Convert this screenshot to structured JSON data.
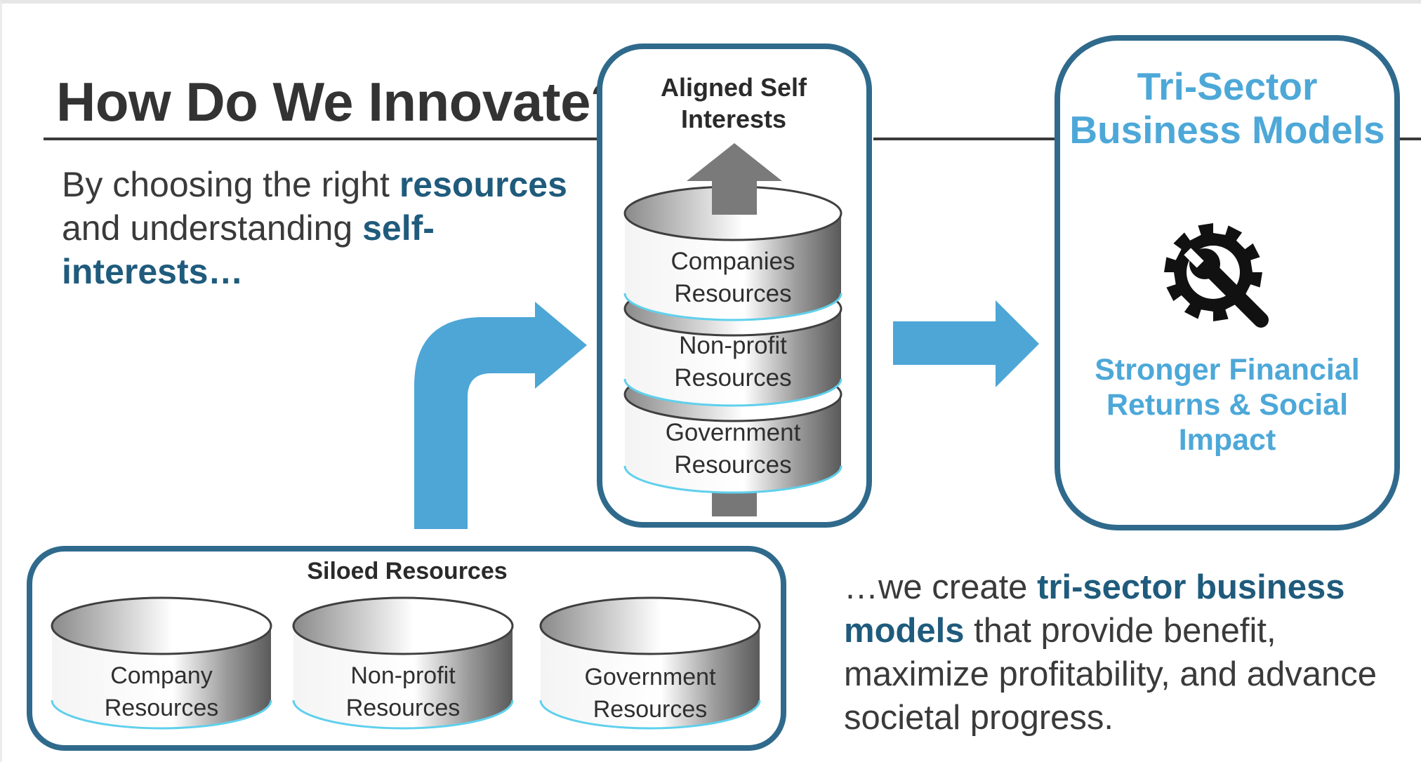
{
  "title": "How Do We Innovate?",
  "intro": {
    "part1": "By choosing the right ",
    "highlight1": "resources",
    "part2": " and understanding ",
    "highlight2": "self-interests…"
  },
  "aligned": {
    "heading": "Aligned Self Interests",
    "stack": [
      "Companies Resources",
      "Non-profit Resources",
      "Government Resources"
    ]
  },
  "siloed": {
    "heading": "Siloed Resources",
    "items": [
      "Company Resources",
      "Non-profit Resources",
      "Government Resources"
    ]
  },
  "tri_sector": {
    "title": "Tri-Sector Business Models",
    "icon": "gear-wrench-icon",
    "benefits": "Stronger Financial Returns & Social Impact"
  },
  "outro": {
    "part1": "…we create ",
    "highlight": "tri-sector business models",
    "part2": " that provide benefit, maximize profitability, and advance societal progress."
  },
  "colors": {
    "dark_blue": "#2f6a8c",
    "accent_blue": "#4da8d8",
    "arrow_blue": "#4da6d6",
    "text_highlight": "#1f5b7c",
    "text_dark": "#333333"
  }
}
